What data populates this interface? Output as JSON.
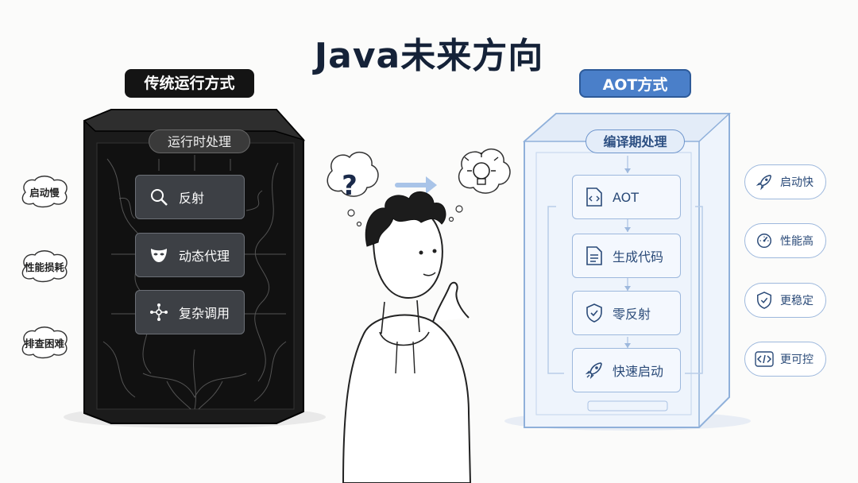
{
  "title": "Java未来方向",
  "left": {
    "header": "传统运行方式",
    "subtitle": "运行时处理",
    "items": [
      {
        "label": "反射",
        "icon": "magnifier-icon"
      },
      {
        "label": "动态代理",
        "icon": "mask-icon"
      },
      {
        "label": "复杂调用",
        "icon": "network-icon"
      }
    ],
    "pain_points": [
      "启动慢",
      "性能损耗",
      "排查困难"
    ]
  },
  "middle": {
    "thought_left": "?",
    "thought_right_icon": "lightbulb-icon"
  },
  "right": {
    "header": "AOT方式",
    "subtitle": "编译期处理",
    "steps": [
      {
        "label": "AOT",
        "icon": "code-file-icon"
      },
      {
        "label": "生成代码",
        "icon": "document-icon"
      },
      {
        "label": "零反射",
        "icon": "shield-check-icon"
      },
      {
        "label": "快速启动",
        "icon": "rocket-icon"
      }
    ],
    "benefits": [
      {
        "label": "启动快",
        "icon": "rocket-icon"
      },
      {
        "label": "性能高",
        "icon": "speedometer-icon"
      },
      {
        "label": "更稳定",
        "icon": "shield-check-icon"
      },
      {
        "label": "更可控",
        "icon": "code-icon"
      }
    ]
  },
  "colors": {
    "title": "#152238",
    "left_header_bg": "#141414",
    "right_header_bg": "#4a7fc9",
    "right_accent": "#2a4a78"
  }
}
